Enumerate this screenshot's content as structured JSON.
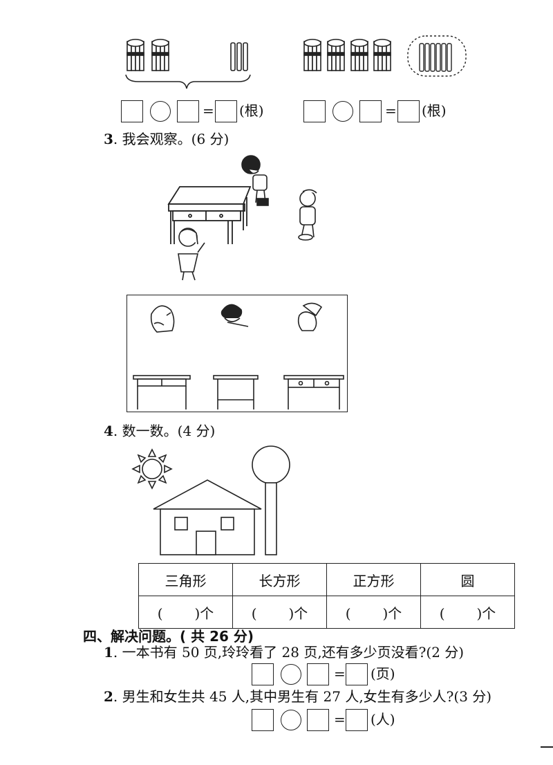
{
  "q2_continued": {
    "eq1": {
      "equals": "=",
      "unit": "(根)"
    },
    "eq2": {
      "equals": "=",
      "unit": "(根)"
    }
  },
  "q3": {
    "number": "3",
    "title": ". 我会观察。(6 分)"
  },
  "q4": {
    "number": "4",
    "title": ". 数一数。(4 分)"
  },
  "shape_table": {
    "headers": [
      "三角形",
      "长方形",
      "正方形",
      "圆"
    ],
    "open_paren": "(",
    "close_unit": ")个"
  },
  "section4": {
    "title": "四、解决问题。( 共 26 分)"
  },
  "p1": {
    "number": "1",
    "text": ". 一本书有 50 页,玲玲看了 28 页,还有多少页没看?(2 分)",
    "equals": "=",
    "unit": "(页)"
  },
  "p2": {
    "number": "2",
    "text": ". 男生和女生共 45 人,其中男生有 27 人,女生有多少人?(3 分)",
    "equals": "=",
    "unit": "(人)"
  }
}
